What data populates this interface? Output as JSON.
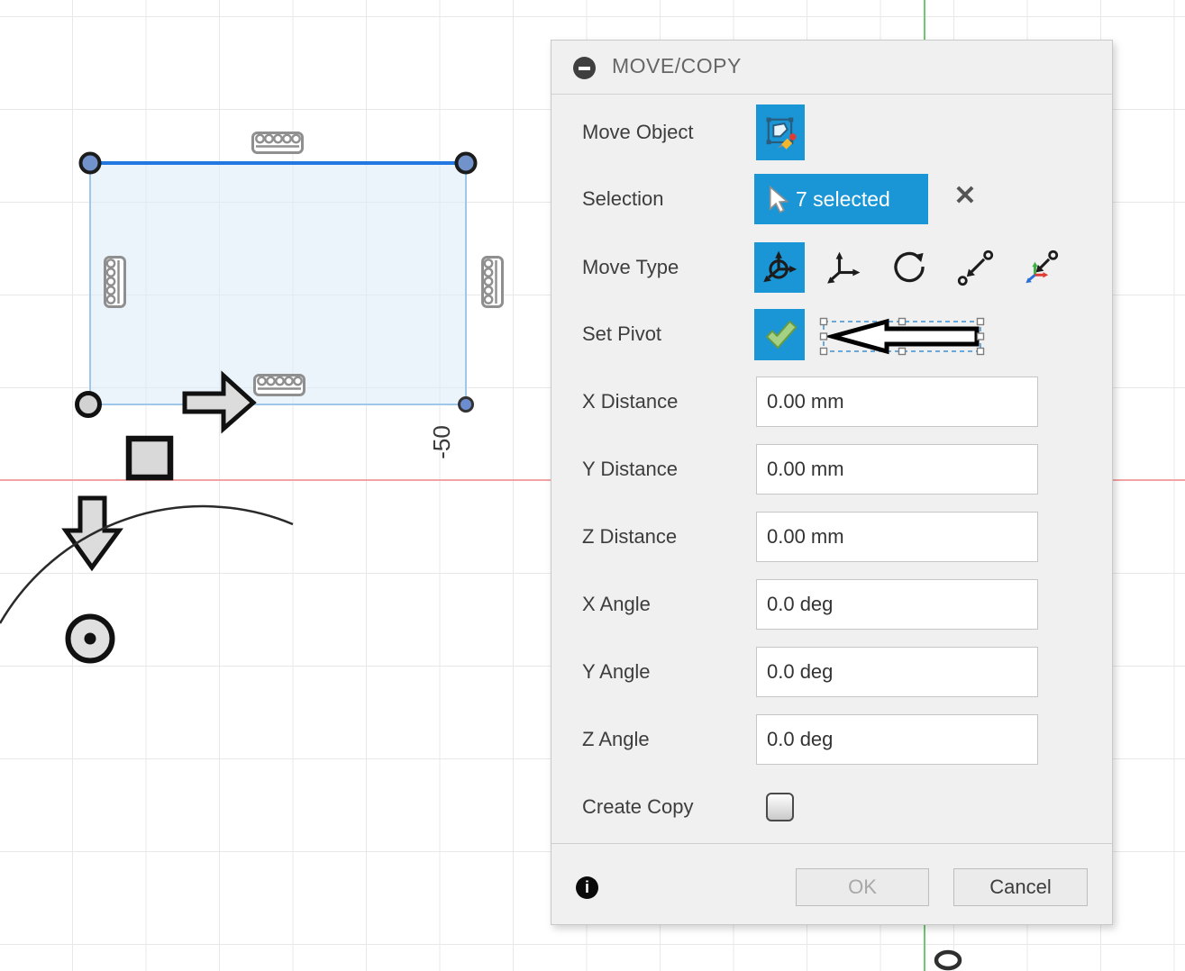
{
  "dialog": {
    "title": "MOVE/COPY",
    "rows": {
      "move_object": {
        "label": "Move Object"
      },
      "selection": {
        "label": "Selection",
        "count_text": "7 selected"
      },
      "move_type": {
        "label": "Move Type",
        "selected_index": 0,
        "options": [
          "free-move",
          "translate",
          "rotate",
          "point-to-point",
          "point-to-position"
        ]
      },
      "set_pivot": {
        "label": "Set Pivot",
        "checked": true
      },
      "x_distance": {
        "label": "X Distance",
        "value": "0.00 mm"
      },
      "y_distance": {
        "label": "Y Distance",
        "value": "0.00 mm"
      },
      "z_distance": {
        "label": "Z Distance",
        "value": "0.00 mm"
      },
      "x_angle": {
        "label": "X Angle",
        "value": "0.0 deg"
      },
      "y_angle": {
        "label": "Y Angle",
        "value": "0.0 deg"
      },
      "z_angle": {
        "label": "Z Angle",
        "value": "0.0 deg"
      },
      "create_copy": {
        "label": "Create Copy",
        "checked": false
      }
    },
    "footer": {
      "ok_label": "OK",
      "ok_enabled": false,
      "cancel_label": "Cancel"
    }
  },
  "canvas": {
    "dimension_label": "-50"
  },
  "icons": {
    "header": "collapse-minus-icon",
    "move_object": "sketch-object-pencil-icon",
    "selection": "cursor-icon",
    "selection_clear": "x-clear-icon",
    "move_type": [
      "free-move-icon",
      "translate-icon",
      "rotate-icon",
      "point-to-point-icon",
      "point-to-position-icon"
    ],
    "set_pivot": "checkmark-icon",
    "footer": "info-icon",
    "canvas_constraints": "comb-constraint-icon"
  },
  "colors": {
    "accent_blue": "#1a96d6",
    "axis_x_red": "#f2a3a3",
    "axis_y_green": "#6fc86f",
    "sketch_selected_edge": "#2277e0",
    "sketch_edge": "#9ec7ea",
    "sketch_fill": "#e3effa",
    "point_fill_blue": "#7292cb",
    "check_green": "#a5d184"
  }
}
